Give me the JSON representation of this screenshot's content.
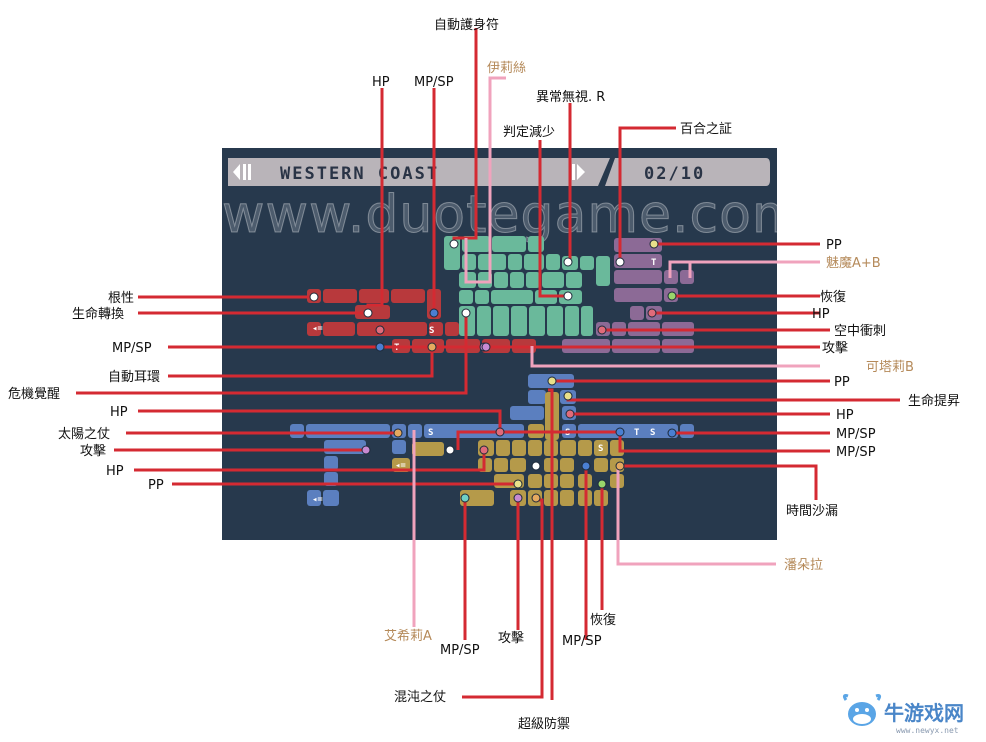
{
  "header": {
    "area_name": "WESTERN COAST",
    "progress": "02/10"
  },
  "watermark": "www.duotegame.com",
  "logo": {
    "name": "牛游戏网",
    "url": "www.newyx.net",
    "icon": "cow-mascot-icon"
  },
  "map": {
    "background": "#27394d"
  },
  "regions": [
    {
      "name": "red",
      "color": "#b8393c"
    },
    {
      "name": "teal",
      "color": "#6ab99b"
    },
    {
      "name": "purple",
      "color": "#8c6a96"
    },
    {
      "name": "blue",
      "color": "#5b7fbf"
    },
    {
      "name": "gold",
      "color": "#b59a4a"
    }
  ],
  "callouts": {
    "auto_amulet": "自動護身符",
    "hp_top": "HP",
    "mpsp_top": "MP/SP",
    "iris": "伊莉絲",
    "uncommon_r": "異常無視. R",
    "judge_down": "判定減少",
    "lily_proof": "百合之証",
    "pp_1": "PP",
    "charm_ab": "魅魔A+B",
    "guts": "根性",
    "life_convert": "生命轉換",
    "recover_1": "恢復",
    "hp_r1": "HP",
    "air_dash": "空中衝刺",
    "mpsp_l1": "MP/SP",
    "attack_r1": "攻擊",
    "auto_earring": "自動耳環",
    "katarina_b": "可塔莉B",
    "pp_2": "PP",
    "crisis_awake": "危機覺醒",
    "life_up": "生命提昇",
    "hp_l2": "HP",
    "hp_r2": "HP",
    "sun_staff": "太陽之仗",
    "mpsp_r1": "MP/SP",
    "attack_l": "攻擊",
    "mpsp_r2": "MP/SP",
    "hp_l3": "HP",
    "pp_l": "PP",
    "time_hourglass": "時間沙漏",
    "pandora": "潘朵拉",
    "ashley_a": "艾希莉A",
    "attack_b": "攻擊",
    "recover_b": "恢復",
    "mpsp_b1": "MP/SP",
    "mpsp_b2": "MP/SP",
    "chaos_staff": "混沌之仗",
    "super_defense": "超級防禦"
  }
}
